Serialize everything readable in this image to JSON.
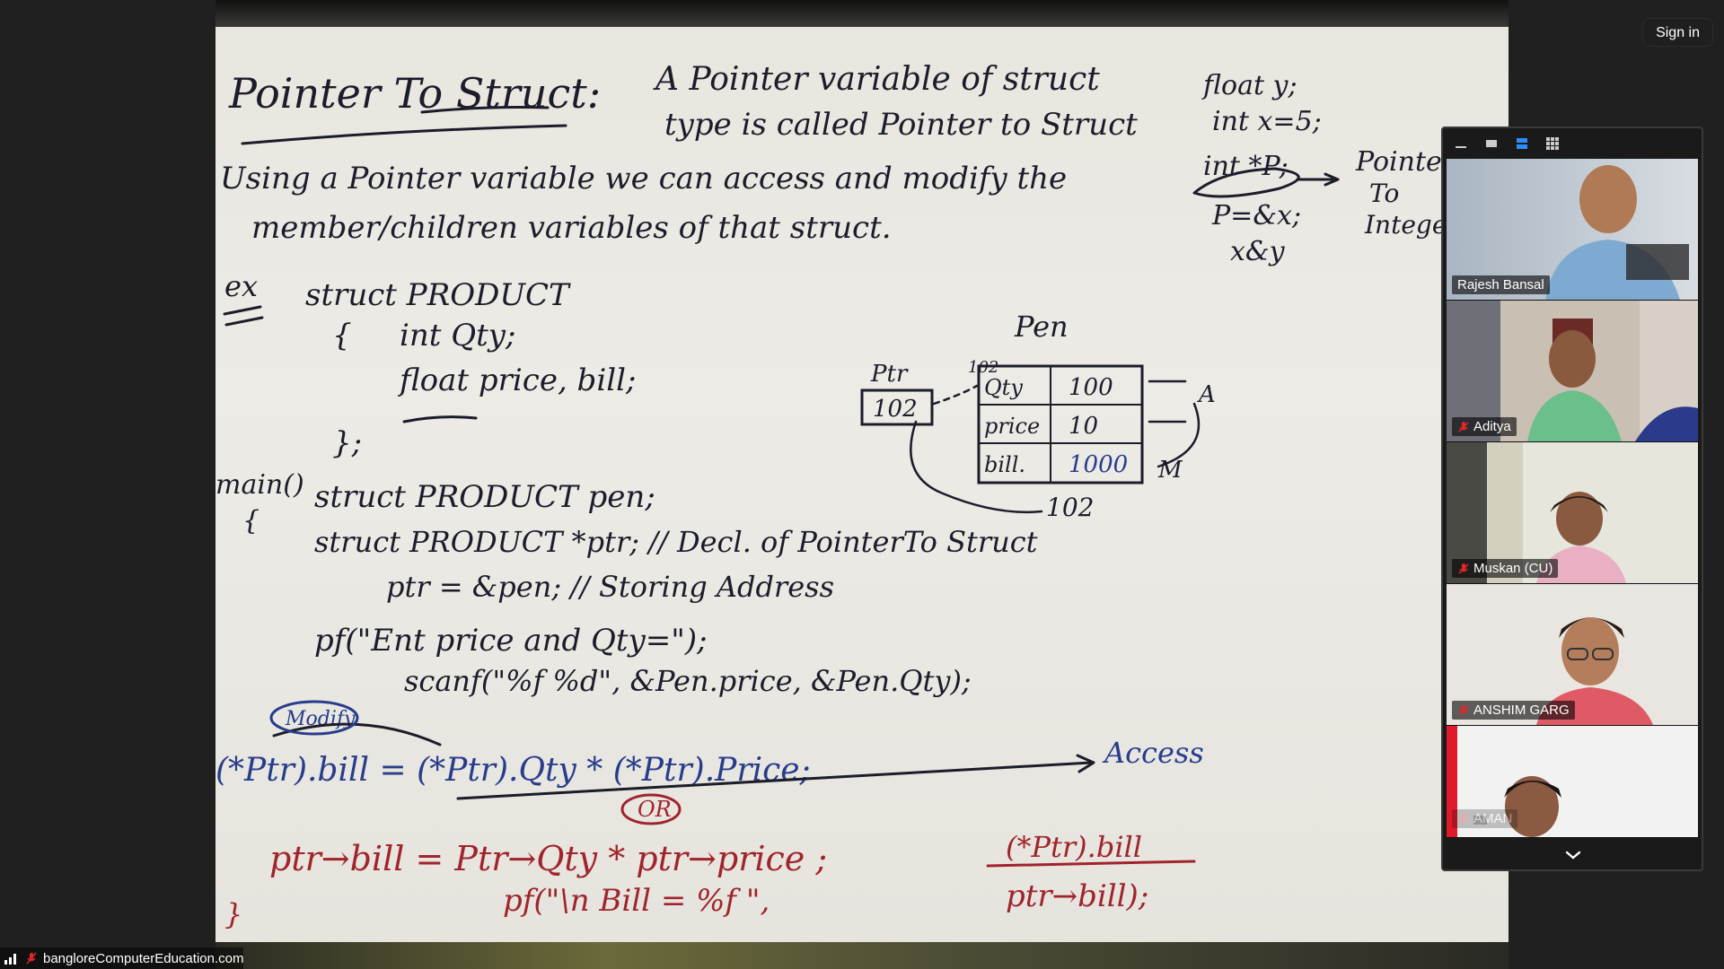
{
  "header": {
    "sign_in_label": "Sign in"
  },
  "share": {
    "presenter": "bangloreComputerEducation.com",
    "board_lines": {
      "title": "Pointer To Struct:",
      "def1": "A Pointer variable of struct",
      "def2": "type is called Pointer to Struct",
      "use1": "Using a Pointer variable we can access and modify the",
      "use2": "member/children variables of that struct.",
      "side1": "float y;",
      "side2": "int x=5;",
      "side3": "int *P;",
      "side4": "Pointer",
      "side5": "To",
      "side6": "Integer",
      "side7": "P=&x;",
      "side8": "x&y",
      "ex": "ex",
      "s1": "struct PRODUCT",
      "s2": "{",
      "s3": "int Qty;",
      "s4": "float price, bill;",
      "s5": "};",
      "main": "main()",
      "brace": "{",
      "m1": "struct PRODUCT pen;",
      "m2": "struct PRODUCT *ptr; // Decl. of PointerTo Struct",
      "m3": "ptr = &pen; // Storing Address",
      "m4": "pf(\"Ent price and Qty=\");",
      "m5": "scanf(\"%f %d\", &Pen.price, &Pen.Qty);",
      "modify": "Modify",
      "m6": "(*Ptr).bill  =  (*Ptr).Qty * (*Ptr).Price;",
      "access": "Access",
      "or": "OR",
      "m7": "ptr→bill  =  Ptr→Qty * ptr→price ;",
      "m7b": "(*Ptr).bill",
      "m8": "pf(\"\\n Bill = %f \",",
      "m8b": "ptr→bill);",
      "endbrace": "}",
      "diag_pen": "Pen",
      "diag_ptr": "Ptr",
      "diag_ptrval": "102",
      "diag_addr": "102",
      "diag_addr2": "102",
      "diag_rows": [
        {
          "name": "Qty",
          "val": "100"
        },
        {
          "name": "price",
          "val": "10"
        },
        {
          "name": "bill.",
          "val": "1000"
        }
      ],
      "diag_a": "A",
      "diag_m": "M"
    }
  },
  "gallery": {
    "participants": [
      {
        "name": "Rajesh Bansal",
        "muted": false
      },
      {
        "name": "Aditya",
        "muted": true
      },
      {
        "name": "Muskan (CU)",
        "muted": true
      },
      {
        "name": "ANSHIM GARG",
        "muted": true
      },
      {
        "name": "AMAN",
        "muted": true
      }
    ]
  },
  "colors": {
    "accent": "#2d8cff",
    "mute": "#e02828",
    "ink_dark": "#1c1c2a",
    "ink_red": "#a0242c",
    "ink_blue": "#283c8c"
  }
}
